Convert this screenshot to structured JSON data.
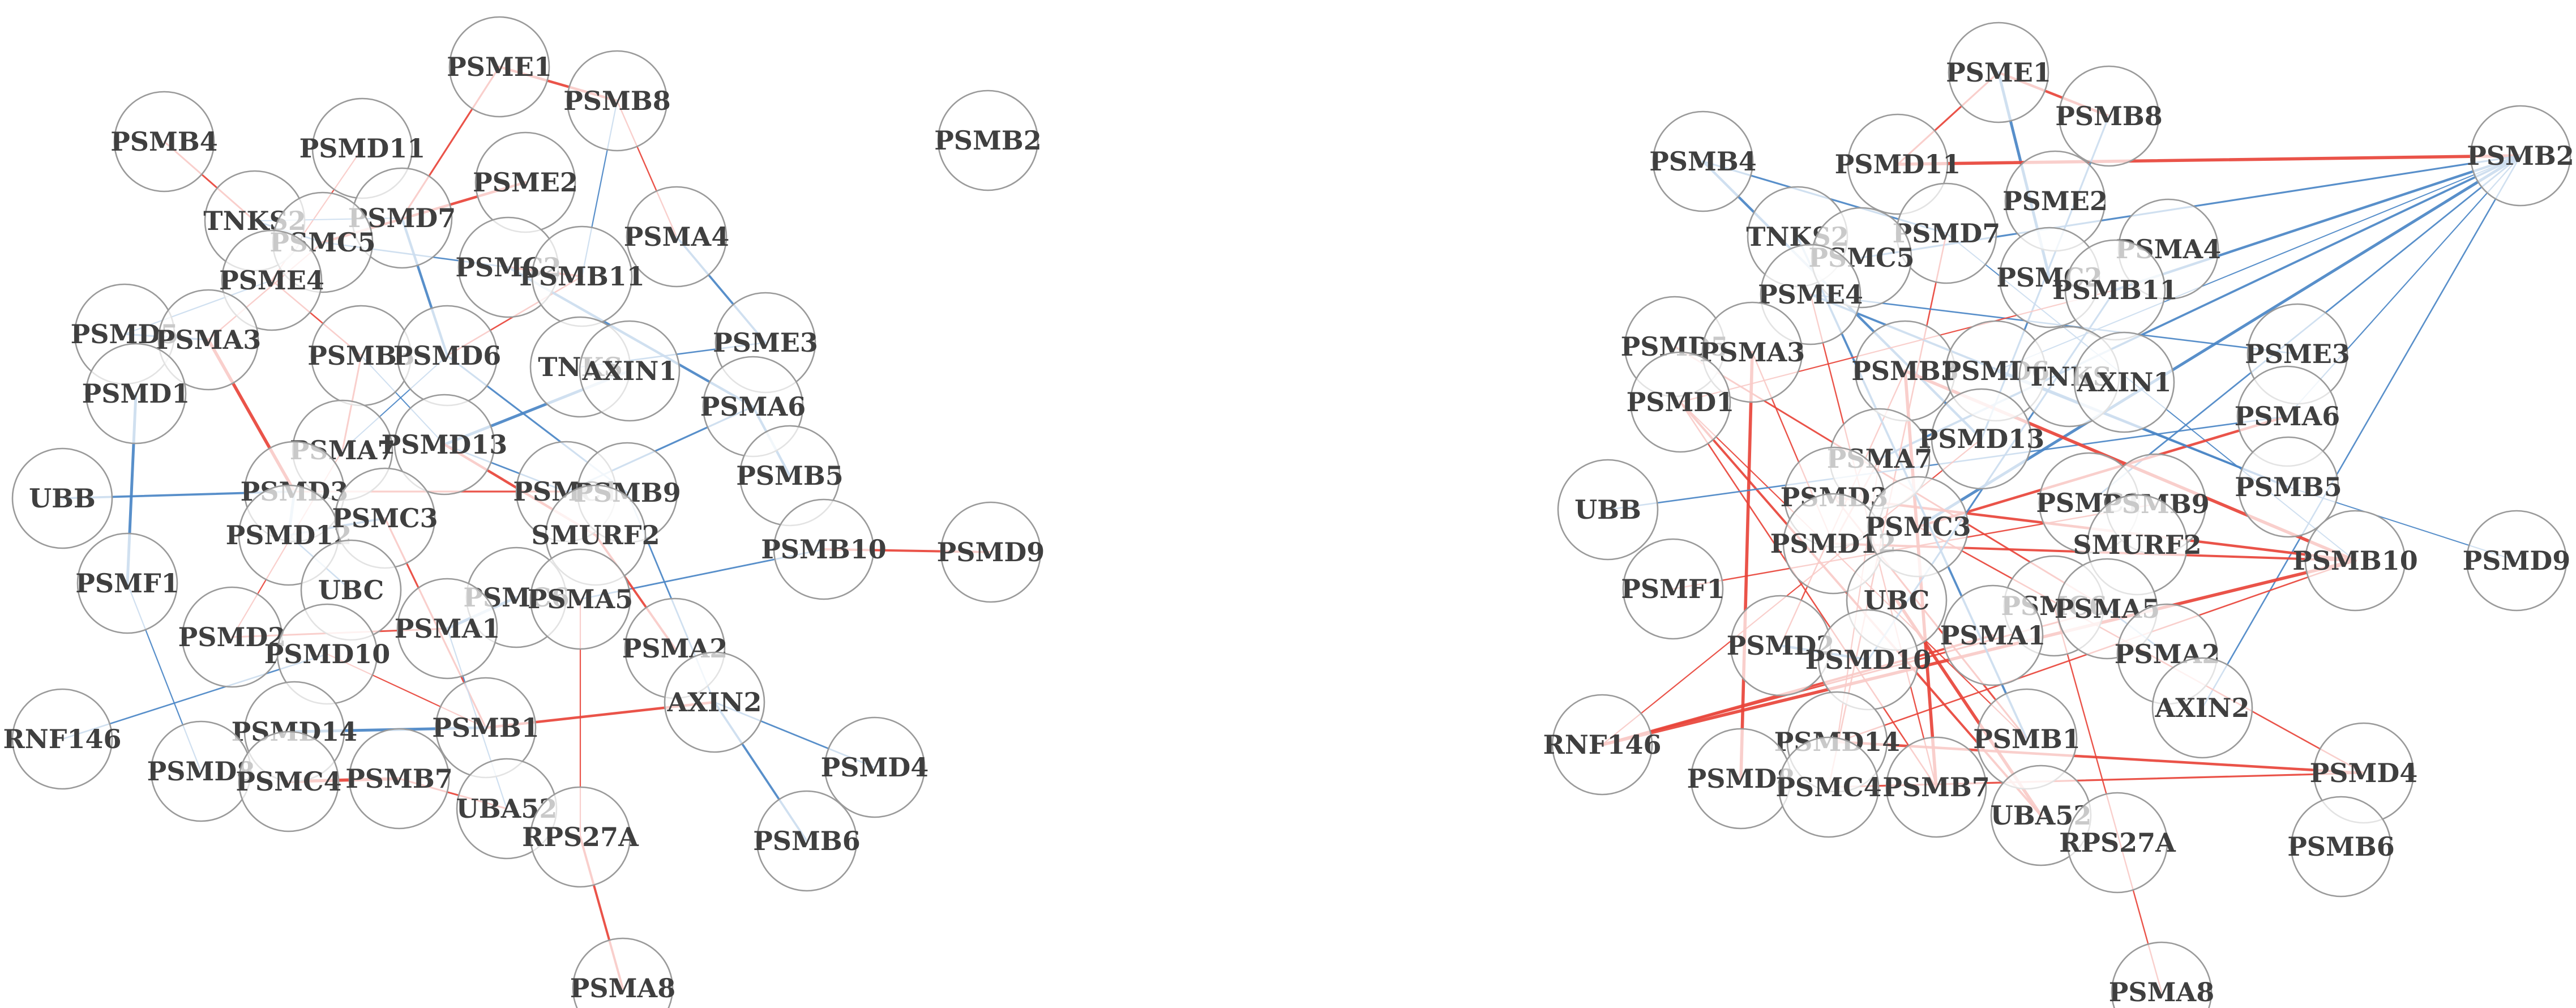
{
  "colors": {
    "positive": "#e8443a",
    "negative": "#4a86c5",
    "node_stroke": "#9a9a9a",
    "label": "#3f3f3f"
  },
  "networks": [
    {
      "id": "left",
      "nodes": [
        "PSME1",
        "PSMB8",
        "PSMB2",
        "PSMB4",
        "PSMD11",
        "PSME2",
        "PSMD7",
        "TNKS2",
        "PSMC5",
        "PSMA4",
        "PSMC2",
        "PSMB11",
        "PSME4",
        "PSMD5",
        "PSMA3",
        "PSMB3",
        "PSMD6",
        "TNKS",
        "AXIN1",
        "PSME3",
        "PSMD1",
        "PSMA6",
        "PSMA7",
        "PSMD13",
        "UBB",
        "PSMD3",
        "PSMC1",
        "PSMB9",
        "PSMB5",
        "PSMD12",
        "PSMC3",
        "SMURF2",
        "PSMB10",
        "PSMD9",
        "PSMF1",
        "UBC",
        "PSMC6",
        "PSMA5",
        "PSMD2",
        "PSMA1",
        "PSMD10",
        "PSMA2",
        "AXIN2",
        "RNF146",
        "PSMD14",
        "PSMB1",
        "PSMD8",
        "PSMC4",
        "PSMB7",
        "PSMD4",
        "UBA52",
        "RPS27A",
        "PSMB6",
        "PSMA8"
      ],
      "edges": [
        {
          "a": "PSME1",
          "b": "PSMB8",
          "sign": "pos"
        },
        {
          "a": "PSME1",
          "b": "PSMD7",
          "sign": "pos"
        },
        {
          "a": "PSMB8",
          "b": "PSMA4",
          "sign": "pos"
        },
        {
          "a": "PSMB8",
          "b": "PSMB11",
          "sign": "neg"
        },
        {
          "a": "PSMB4",
          "b": "TNKS2",
          "sign": "pos"
        },
        {
          "a": "PSMD11",
          "b": "PSME4",
          "sign": "pos"
        },
        {
          "a": "TNKS2",
          "b": "PSMD7",
          "sign": "neg"
        },
        {
          "a": "TNKS2",
          "b": "PSMC5",
          "sign": "neg"
        },
        {
          "a": "PSME2",
          "b": "PSMC5",
          "sign": "pos"
        },
        {
          "a": "PSMC5",
          "b": "PSMC2",
          "sign": "neg"
        },
        {
          "a": "PSMC5",
          "b": "PSMA3",
          "sign": "pos"
        },
        {
          "a": "PSME4",
          "b": "PSMD5",
          "sign": "neg"
        },
        {
          "a": "PSMD5",
          "b": "PSMA3",
          "sign": "neg"
        },
        {
          "a": "PSMD7",
          "b": "PSMD6",
          "sign": "neg"
        },
        {
          "a": "PSMC2",
          "b": "PSMB11",
          "sign": "pos"
        },
        {
          "a": "PSMB11",
          "b": "PSMD6",
          "sign": "pos"
        },
        {
          "a": "PSMA4",
          "b": "PSME3",
          "sign": "neg"
        },
        {
          "a": "TNKS",
          "b": "PSME3",
          "sign": "neg"
        },
        {
          "a": "AXIN1",
          "b": "PSMD13",
          "sign": "neg"
        },
        {
          "a": "PSMA3",
          "b": "PSMD3",
          "sign": "pos"
        },
        {
          "a": "PSMB3",
          "b": "PSMA7",
          "sign": "pos"
        },
        {
          "a": "PSMA7",
          "b": "PSMD2",
          "sign": "pos"
        },
        {
          "a": "PSMD6",
          "b": "PSMA7",
          "sign": "neg"
        },
        {
          "a": "PSMD13",
          "b": "PSMC1",
          "sign": "neg"
        },
        {
          "a": "UBB",
          "b": "PSMD3",
          "sign": "neg"
        },
        {
          "a": "PSMD3",
          "b": "PSMC1",
          "sign": "pos"
        },
        {
          "a": "PSMD3",
          "b": "PSMD12",
          "sign": "neg"
        },
        {
          "a": "PSMC1",
          "b": "PSMB9",
          "sign": "neg"
        },
        {
          "a": "PSMC1",
          "b": "PSMA6",
          "sign": "neg"
        },
        {
          "a": "PSMA6",
          "b": "PSMB5",
          "sign": "neg"
        },
        {
          "a": "PSMB10",
          "b": "PSMD9",
          "sign": "pos"
        },
        {
          "a": "PSMA5",
          "b": "PSMB10",
          "sign": "neg"
        },
        {
          "a": "PSMC3",
          "b": "PSMD12",
          "sign": "neg"
        },
        {
          "a": "PSMC3",
          "b": "PSMB1",
          "sign": "pos"
        },
        {
          "a": "PSMD1",
          "b": "PSMF1",
          "sign": "neg"
        },
        {
          "a": "PSMF1",
          "b": "PSMD8",
          "sign": "neg"
        },
        {
          "a": "PSMD2",
          "b": "PSMA1",
          "sign": "pos"
        },
        {
          "a": "PSMD10",
          "b": "PSMB1",
          "sign": "pos"
        },
        {
          "a": "SMURF2",
          "b": "PSMA2",
          "sign": "pos"
        },
        {
          "a": "PSMB9",
          "b": "AXIN2",
          "sign": "neg"
        },
        {
          "a": "PSMB1",
          "b": "AXIN2",
          "sign": "pos"
        },
        {
          "a": "RNF146",
          "b": "PSMD10",
          "sign": "neg"
        },
        {
          "a": "PSMD14",
          "b": "PSMB1",
          "sign": "neg"
        },
        {
          "a": "PSMC4",
          "b": "PSMB7",
          "sign": "pos"
        },
        {
          "a": "PSMB7",
          "b": "UBA52",
          "sign": "pos"
        },
        {
          "a": "PSMA5",
          "b": "RPS27A",
          "sign": "pos"
        },
        {
          "a": "RPS27A",
          "b": "PSMA8",
          "sign": "pos"
        },
        {
          "a": "AXIN2",
          "b": "PSMD4",
          "sign": "neg"
        },
        {
          "a": "AXIN2",
          "b": "PSMB6",
          "sign": "neg"
        },
        {
          "a": "PSMD12",
          "b": "UBC",
          "sign": "neg"
        },
        {
          "a": "PSMC6",
          "b": "PSMA1",
          "sign": "neg"
        },
        {
          "a": "PSMA1",
          "b": "UBA52",
          "sign": "neg"
        },
        {
          "a": "PSMD6",
          "b": "PSMB9",
          "sign": "neg"
        },
        {
          "a": "PSMC2",
          "b": "PSMA6",
          "sign": "neg"
        },
        {
          "a": "PSMB3",
          "b": "PSMD13",
          "sign": "neg"
        },
        {
          "a": "PSME4",
          "b": "PSMB3",
          "sign": "pos"
        },
        {
          "a": "PSMD13",
          "b": "SMURF2",
          "sign": "pos"
        }
      ]
    },
    {
      "id": "right",
      "nodes": [
        "PSME1",
        "PSMB8",
        "PSMB4",
        "PSMD11",
        "PSMB2",
        "PSME2",
        "PSMD7",
        "TNKS2",
        "PSMC5",
        "PSMA4",
        "PSMC2",
        "PSMB11",
        "PSME4",
        "PSMD5",
        "PSMA3",
        "PSME3",
        "PSMB3",
        "PSMD6",
        "TNKS",
        "AXIN1",
        "PSMD1",
        "PSMA6",
        "PSMA7",
        "PSMD13",
        "UBB",
        "PSMD3",
        "PSMC1",
        "PSMB9",
        "PSMB5",
        "PSMD12",
        "PSMC3",
        "SMURF2",
        "PSMD9",
        "PSMF1",
        "PSMB10",
        "UBC",
        "PSMC6",
        "PSMA5",
        "PSMD2",
        "PSMA1",
        "PSMD10",
        "PSMA2",
        "AXIN2",
        "RNF146",
        "PSMD14",
        "PSMB1",
        "PSMD8",
        "PSMC4",
        "PSMB7",
        "PSMD4",
        "UBA52",
        "RPS27A",
        "PSMB6",
        "PSMA8"
      ],
      "edges": [
        {
          "a": "PSME1",
          "b": "PSMB8",
          "sign": "pos"
        },
        {
          "a": "PSME1",
          "b": "PSMD11",
          "sign": "pos"
        },
        {
          "a": "PSME1",
          "b": "PSMC2",
          "sign": "neg"
        },
        {
          "a": "PSMD11",
          "b": "PSMB2",
          "sign": "pos"
        },
        {
          "a": "PSMB2",
          "b": "PSMC5",
          "sign": "neg"
        },
        {
          "a": "PSMB2",
          "b": "PSMB11",
          "sign": "neg"
        },
        {
          "a": "PSMB2",
          "b": "PSMD6",
          "sign": "neg"
        },
        {
          "a": "PSMB2",
          "b": "PSMC1",
          "sign": "neg"
        },
        {
          "a": "PSMB2",
          "b": "PSMA7",
          "sign": "neg"
        },
        {
          "a": "PSMB2",
          "b": "AXIN2",
          "sign": "neg"
        },
        {
          "a": "PSMB2",
          "b": "PSMC3",
          "sign": "neg"
        },
        {
          "a": "PSMB2",
          "b": "PSMA6",
          "sign": "neg"
        },
        {
          "a": "PSMB4",
          "b": "PSMD7",
          "sign": "neg"
        },
        {
          "a": "PSMB4",
          "b": "PSMD13",
          "sign": "neg"
        },
        {
          "a": "PSMD7",
          "b": "PSMB10",
          "sign": "neg"
        },
        {
          "a": "PSMD7",
          "b": "PSMC4",
          "sign": "pos"
        },
        {
          "a": "PSME4",
          "b": "PSMB5",
          "sign": "neg"
        },
        {
          "a": "PSME4",
          "b": "PSME3",
          "sign": "neg"
        },
        {
          "a": "PSME4",
          "b": "PSMB7",
          "sign": "pos"
        },
        {
          "a": "PSMA3",
          "b": "PSMD8",
          "sign": "pos"
        },
        {
          "a": "PSMD5",
          "b": "PSMA5",
          "sign": "pos"
        },
        {
          "a": "PSMD1",
          "b": "PSMB1",
          "sign": "pos"
        },
        {
          "a": "PSMD1",
          "b": "UBA52",
          "sign": "pos"
        },
        {
          "a": "PSMD1",
          "b": "PSMB7",
          "sign": "pos"
        },
        {
          "a": "PSMD3",
          "b": "PSMB10",
          "sign": "pos"
        },
        {
          "a": "PSMD3",
          "b": "PSMB1",
          "sign": "pos"
        },
        {
          "a": "PSMB3",
          "b": "PSMD2",
          "sign": "pos"
        },
        {
          "a": "PSMB3",
          "b": "PSMB7",
          "sign": "pos"
        },
        {
          "a": "PSMA7",
          "b": "PSMD12",
          "sign": "pos"
        },
        {
          "a": "PSMA7",
          "b": "PSMD14",
          "sign": "pos"
        },
        {
          "a": "PSMD12",
          "b": "PSMB10",
          "sign": "pos"
        },
        {
          "a": "PSMC3",
          "b": "PSMD4",
          "sign": "pos"
        },
        {
          "a": "PSMC3",
          "b": "PSMA6",
          "sign": "pos"
        },
        {
          "a": "UBB",
          "b": "PSMA6",
          "sign": "neg"
        },
        {
          "a": "PSMF1",
          "b": "PSMB9",
          "sign": "pos"
        },
        {
          "a": "RNF146",
          "b": "PSMB10",
          "sign": "pos"
        },
        {
          "a": "RNF146",
          "b": "PSMA5",
          "sign": "pos"
        },
        {
          "a": "RNF146",
          "b": "PSMD13",
          "sign": "pos"
        },
        {
          "a": "RNF146",
          "b": "PSMA1",
          "sign": "pos"
        },
        {
          "a": "PSMD14",
          "b": "PSMB10",
          "sign": "pos"
        },
        {
          "a": "PSMD14",
          "b": "PSMD4",
          "sign": "pos"
        },
        {
          "a": "PSMC4",
          "b": "PSMD4",
          "sign": "pos"
        },
        {
          "a": "PSMC6",
          "b": "PSMA8",
          "sign": "pos"
        },
        {
          "a": "UBC",
          "b": "UBA52",
          "sign": "pos"
        },
        {
          "a": "PSMD10",
          "b": "PSMB11",
          "sign": "neg"
        },
        {
          "a": "PSMD2",
          "b": "PSMD10",
          "sign": "neg"
        },
        {
          "a": "PSMB5",
          "b": "PSMD9",
          "sign": "neg"
        },
        {
          "a": "PSMA2",
          "b": "PSMA5",
          "sign": "neg"
        },
        {
          "a": "TNKS2",
          "b": "PSMB1",
          "sign": "neg"
        },
        {
          "a": "PSMD6",
          "b": "PSMB5",
          "sign": "neg"
        },
        {
          "a": "PSMA3",
          "b": "PSMD12",
          "sign": "pos"
        },
        {
          "a": "PSMB3",
          "b": "PSMB10",
          "sign": "pos"
        },
        {
          "a": "PSMB8",
          "b": "PSMD13",
          "sign": "neg"
        },
        {
          "a": "PSMB11",
          "b": "PSMD1",
          "sign": "pos"
        }
      ]
    }
  ]
}
